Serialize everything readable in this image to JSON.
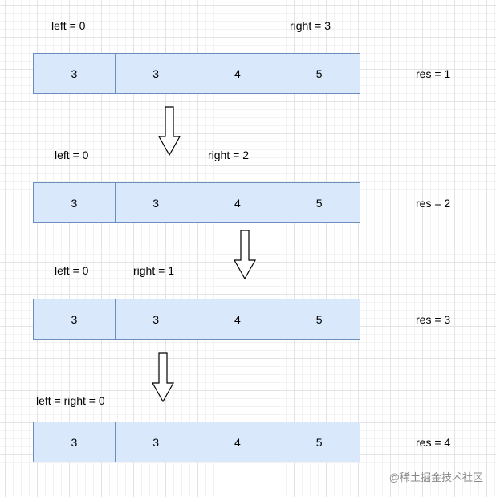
{
  "rows": [
    {
      "left_label": "left = 0",
      "right_label": "right = 3",
      "cells": [
        "3",
        "3",
        "4",
        "5"
      ],
      "res_label": "res = 1"
    },
    {
      "left_label": "left = 0",
      "right_label": "right = 2",
      "cells": [
        "3",
        "3",
        "4",
        "5"
      ],
      "res_label": "res = 2"
    },
    {
      "left_label": "left = 0",
      "right_label": "right = 1",
      "cells": [
        "3",
        "3",
        "4",
        "5"
      ],
      "res_label": "res = 3"
    },
    {
      "combined_label": "left = right = 0",
      "cells": [
        "3",
        "3",
        "4",
        "5"
      ],
      "res_label": "res = 4"
    }
  ],
  "watermark": "@稀土掘金技术社区",
  "colors": {
    "cell_fill": "#dae8fc",
    "cell_border": "#6c8ebf",
    "arrow_fill": "#ffffff",
    "arrow_stroke": "#000000"
  },
  "icons": {
    "arrow": "down-arrow-icon"
  }
}
